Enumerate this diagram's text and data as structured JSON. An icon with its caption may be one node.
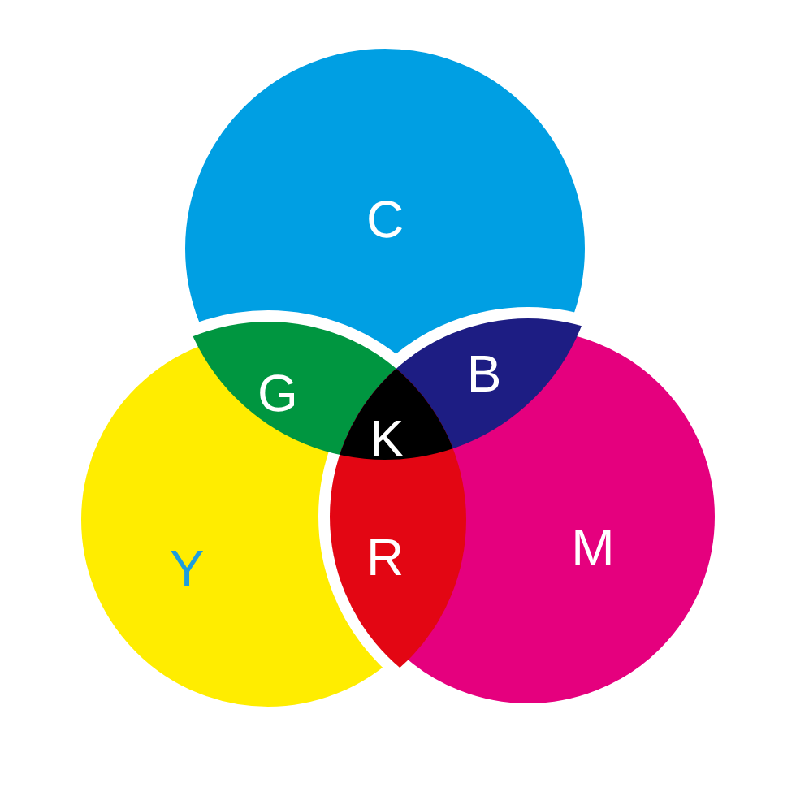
{
  "diagram": {
    "nodes": [
      {
        "text": [
          "C"
        ]
      },
      {
        "text": [
          "G"
        ]
      },
      {
        "text": [
          "B"
        ]
      },
      {
        "text": [
          "K"
        ]
      },
      {
        "text": [
          "Y"
        ]
      },
      {
        "text": [
          "R"
        ]
      },
      {
        "text": [
          "M"
        ]
      }
    ]
  }
}
